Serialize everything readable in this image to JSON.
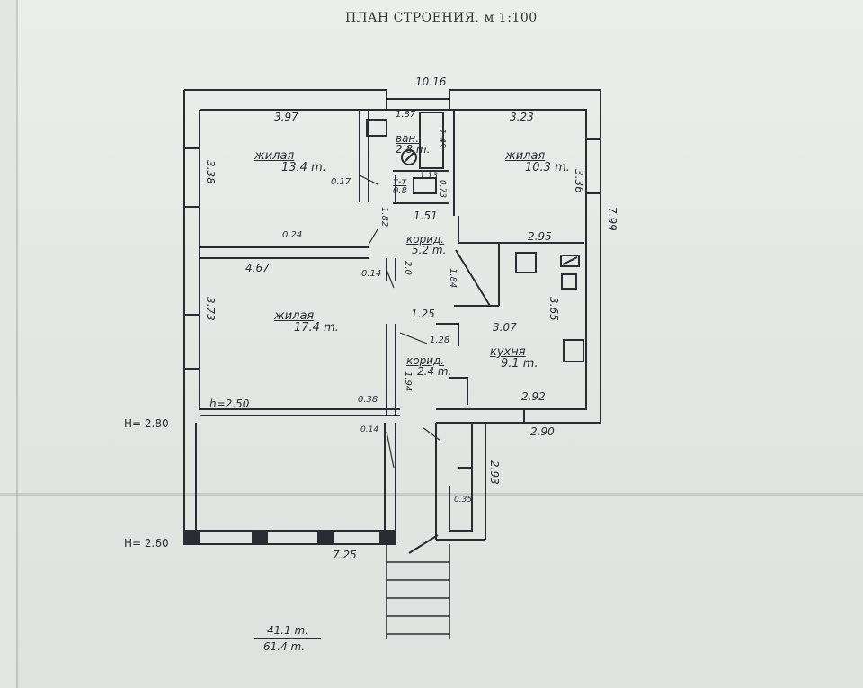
{
  "title": "ПЛАН СТРОЕНИЯ, м 1:100",
  "rooms": [
    {
      "name": "жилая",
      "area": "13.4 m."
    },
    {
      "name": "жилая",
      "area": "10.3 m."
    },
    {
      "name": "жилая",
      "area": "17.4 m."
    },
    {
      "name": "кухня",
      "area": "9.1 m."
    },
    {
      "name": "ван.",
      "area": "2.8 m."
    },
    {
      "name": "т-т",
      "area": "0.8"
    },
    {
      "name": "корид.",
      "area": "5.2 m."
    },
    {
      "name": "корид.",
      "area": "2.4 m."
    }
  ],
  "dimensions": {
    "total_width": "10.16",
    "total_depth": "7.99",
    "room1_width": "3.97",
    "room1_depth": "3.38",
    "room2_width": "3.23",
    "room2_depth": "3.36",
    "bath_width": "1.87",
    "bath_depth": "1.49",
    "wc_width": "1.13",
    "wc_depth": "0.73",
    "hall_width": "1.51",
    "hall_depth": "1.82",
    "room3_width": "4.67",
    "room3_depth": "3.73",
    "kitchen_width_top": "2.95",
    "kitchen_width": "3.07",
    "kitchen_depth": "3.65",
    "kitchen_bottom": "2.92",
    "outside_kitchen": "2.90",
    "corridor_a": "1.84",
    "corridor_b": "1.25",
    "corridor_c": "1.28",
    "corridor_d": "1.94",
    "d017": "0.17",
    "d024": "0.24",
    "d014": "0.14",
    "d20": "2.0",
    "d038": "0.38",
    "d014b": "0.14",
    "room_height": "h=2.50",
    "veranda_width": "7.25",
    "porch_depth": "2.93",
    "porch_small": "0.35"
  },
  "heights": [
    "H= 2.80",
    "H= 2.60"
  ],
  "totals": {
    "living": "41.1 m.",
    "total": "61.4 m."
  }
}
